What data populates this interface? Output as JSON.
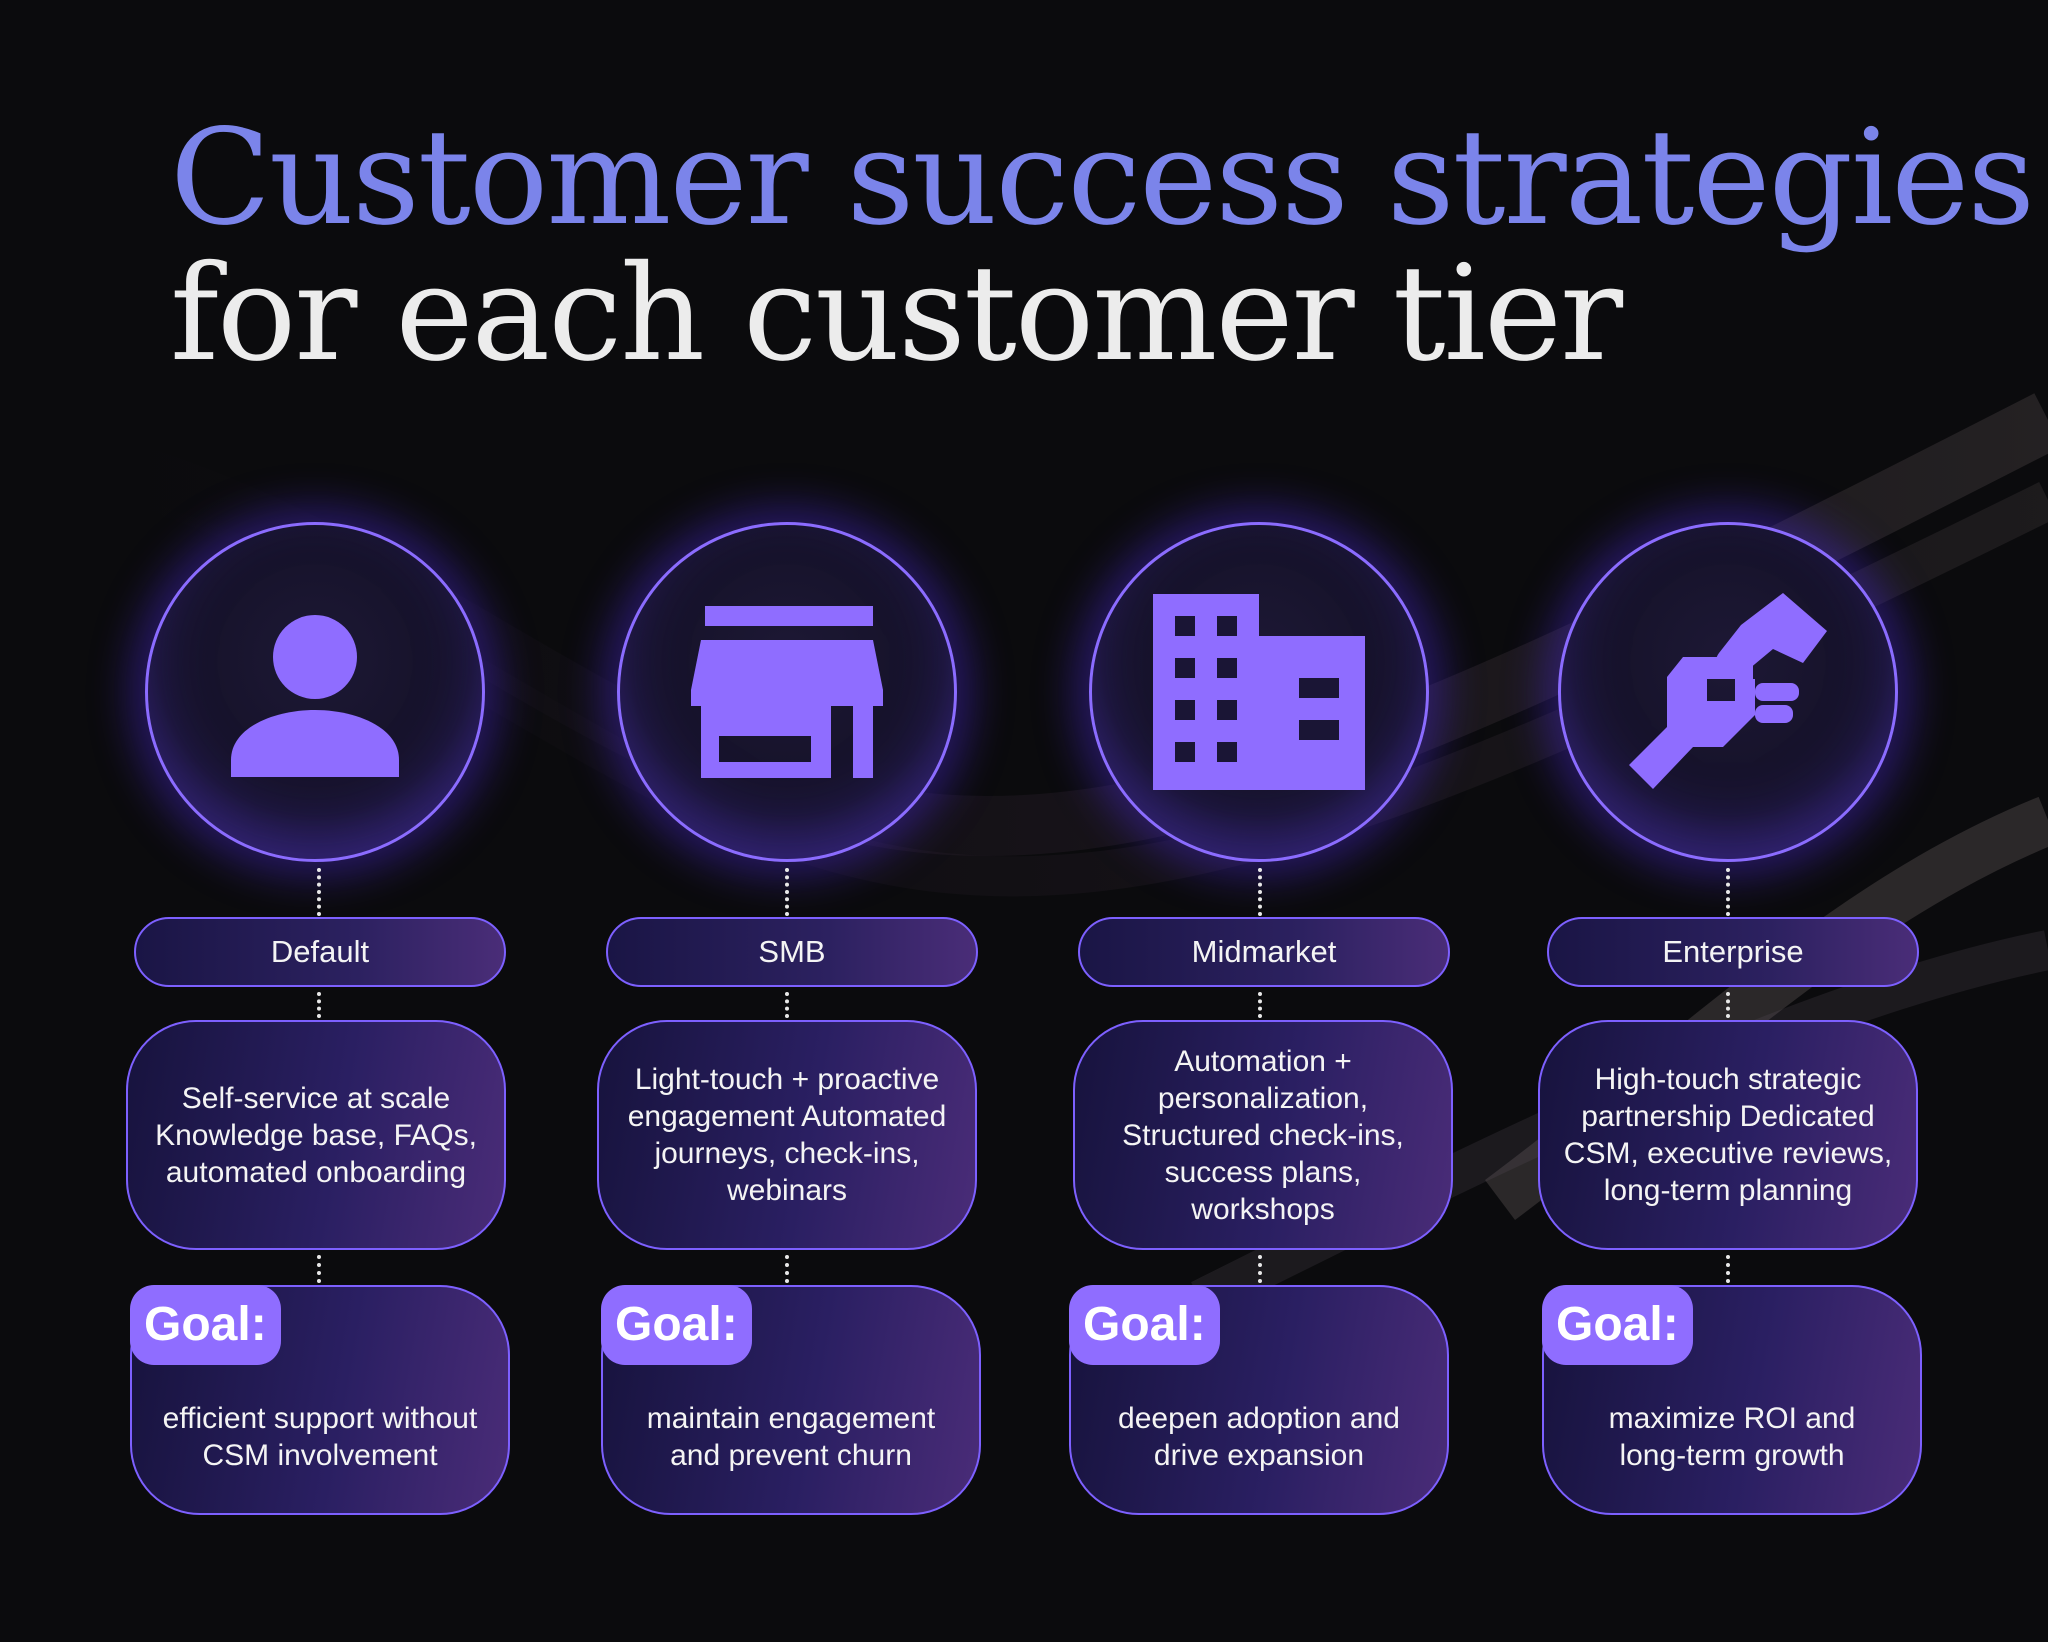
{
  "title": {
    "line1": "Customer success strategies",
    "line2": "for each customer tier"
  },
  "colors": {
    "background": "#0b0b0d",
    "title_accent": "#7b84ea",
    "title_text": "#ececec",
    "purple_accent": "#8f6dff",
    "box_border": "#7d60ff"
  },
  "goal_label": "Goal:",
  "tiers": [
    {
      "icon": "person-icon",
      "name": "Default",
      "description": "Self-service at scale Knowledge base, FAQs, automated onboarding",
      "goal": "efficient support without CSM involvement"
    },
    {
      "icon": "storefront-icon",
      "name": "SMB",
      "description": "Light-touch + proactive engagement Automated journeys, check-ins, webinars",
      "goal": "maintain engagement and prevent churn"
    },
    {
      "icon": "office-building-icon",
      "name": "Midmarket",
      "description": "Automation + personalization, Structured check-ins, success plans, workshops",
      "goal": "deepen adoption and drive expansion"
    },
    {
      "icon": "handshake-icon",
      "name": "Enterprise",
      "description": "High-touch strategic partnership Dedicated CSM, executive reviews, long-term planning",
      "goal": "maximize ROI and long-term growth"
    }
  ]
}
